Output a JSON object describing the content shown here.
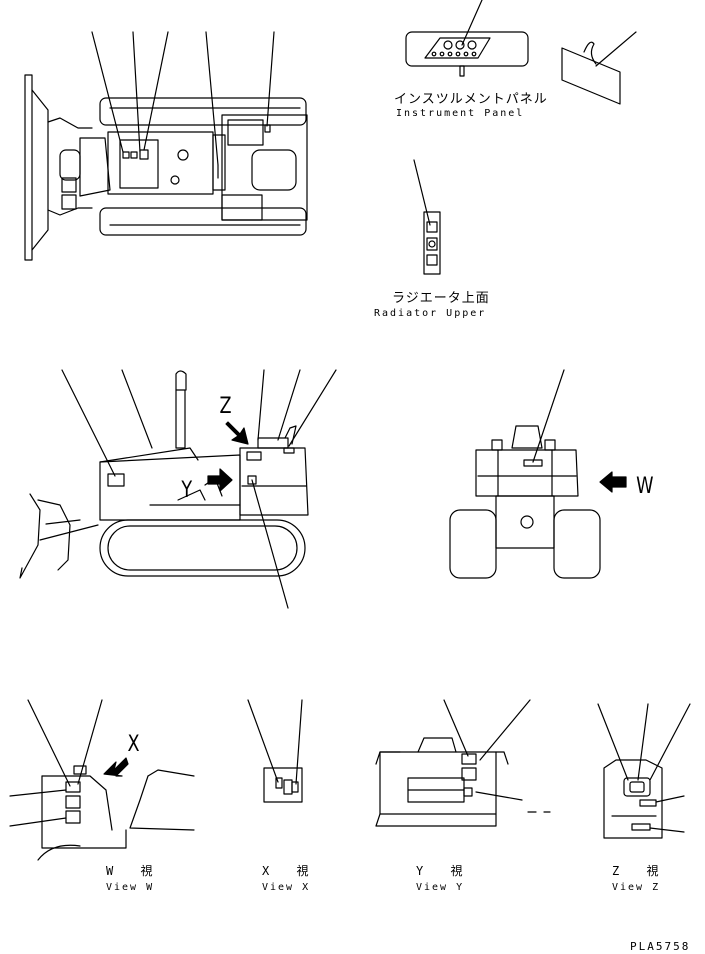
{
  "callouts": {
    "instrument_panel_jp": "インスツルメントパネル",
    "instrument_panel_en": "Instrument Panel",
    "radiator_upper_jp": "ラジエータ上面",
    "radiator_upper_en": "Radiator Upper"
  },
  "arrow_letters": {
    "z": "Z",
    "y": "Y",
    "w": "W",
    "x": "X"
  },
  "views": [
    {
      "jp": "W 視",
      "en": "View W"
    },
    {
      "jp": "X 視",
      "en": "View X"
    },
    {
      "jp": "Y 視",
      "en": "View Y"
    },
    {
      "jp": "Z 視",
      "en": "View Z"
    }
  ],
  "drawing_code": "PLA5758",
  "minor_mark": "_ _"
}
